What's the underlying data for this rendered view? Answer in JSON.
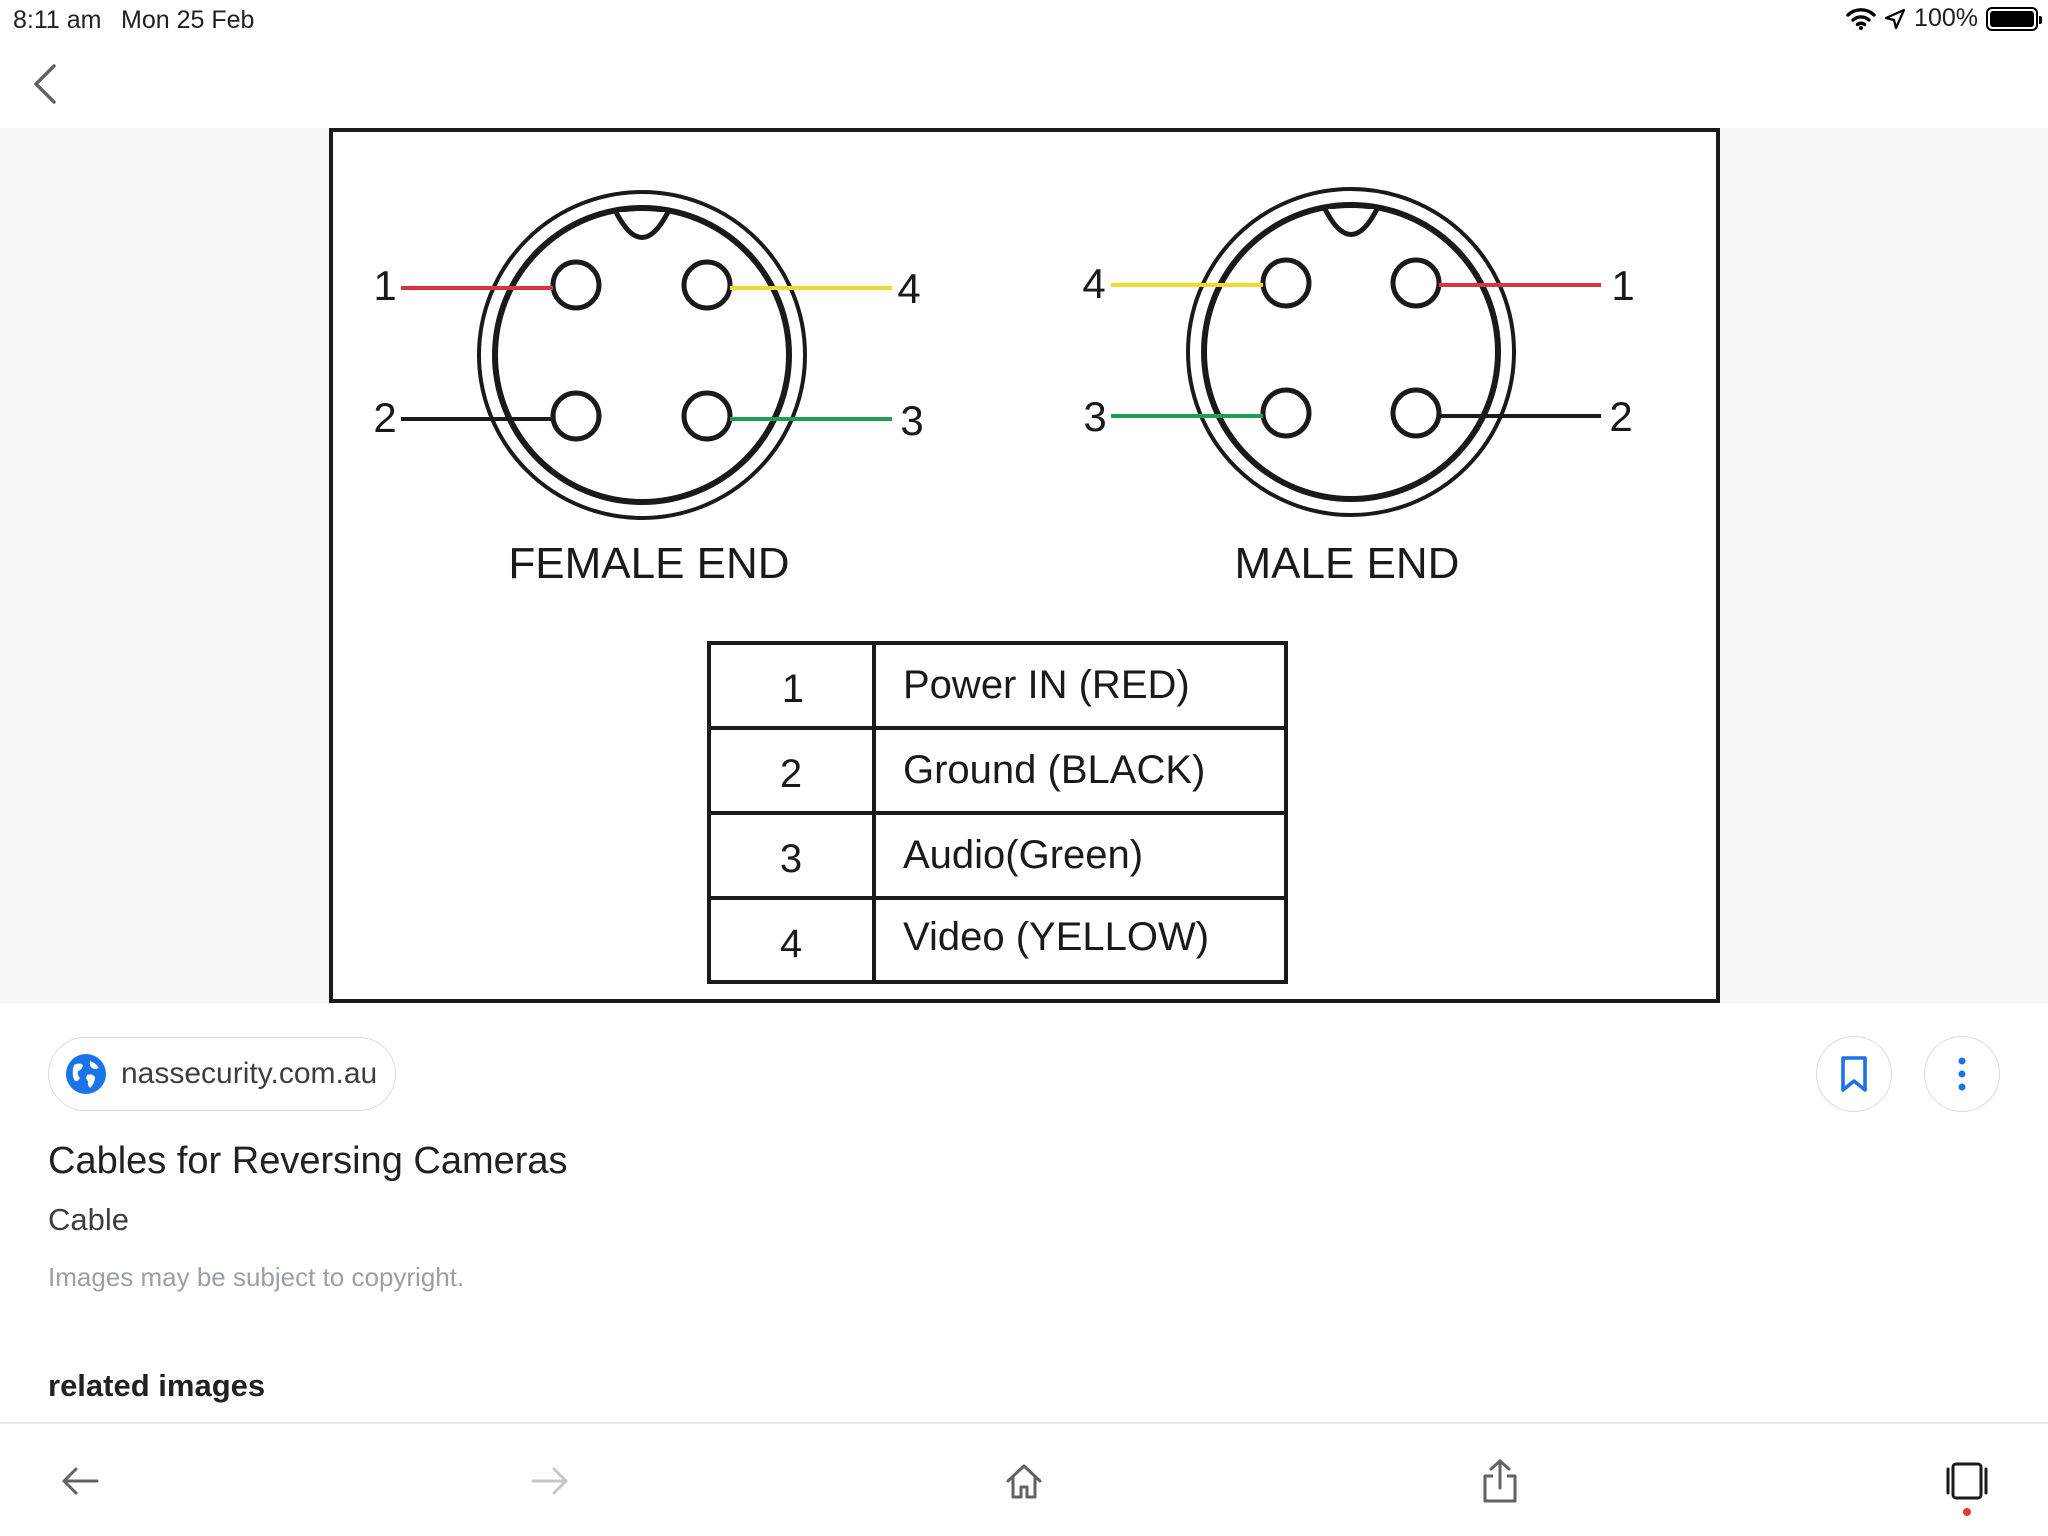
{
  "status_bar": {
    "time": "8:11 am",
    "date": "Mon 25 Feb",
    "battery": "100%"
  },
  "diagram": {
    "female_label": "FEMALE END",
    "male_label": "MALE END",
    "female_pins": {
      "p1": "1",
      "p2": "2",
      "p3": "3",
      "p4": "4"
    },
    "male_pins": {
      "p1": "1",
      "p2": "2",
      "p3": "3",
      "p4": "4"
    },
    "wire_colors": {
      "red": "#d8363f",
      "black": "#1a1a1a",
      "green": "#1e9e55",
      "yellow": "#f2d92c"
    },
    "table": [
      {
        "num": "1",
        "desc": "Power IN (RED)"
      },
      {
        "num": "2",
        "desc": "Ground (BLACK)"
      },
      {
        "num": "3",
        "desc": "Audio(Green)"
      },
      {
        "num": "4",
        "desc": "Video (YELLOW)"
      }
    ]
  },
  "source": {
    "host": "nassecurity.com.au",
    "icon": "globe-icon"
  },
  "result": {
    "title": "Cables for Reversing Cameras",
    "subtitle": "Cable",
    "copyright": "Images may be subject to copyright."
  },
  "related_heading": "related images",
  "bottom_nav": {
    "icons": [
      "back-arrow-icon",
      "forward-arrow-icon",
      "home-icon",
      "share-icon",
      "tabs-icon"
    ]
  },
  "colors": {
    "accent": "#1a73e8",
    "border": "#dadce0"
  }
}
